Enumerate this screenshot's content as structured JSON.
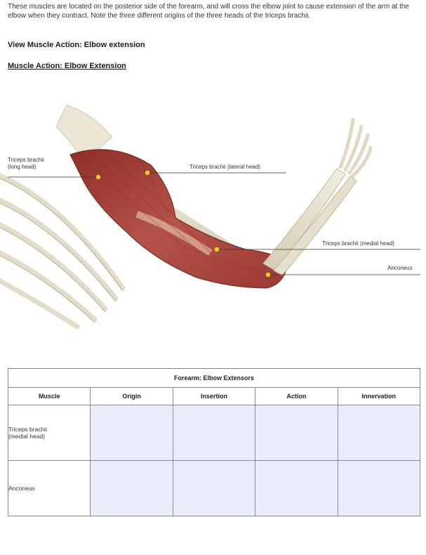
{
  "intro_text": "These muscles are located on the posterior side of the forearm, and will cross the elbow joint to cause extension of the arm at the elbow when they contract. Note the three different origins of the three heads of the triceps brachii.",
  "links": {
    "view_action": "View Muscle Action: Elbow extension",
    "action_heading": "Muscle Action: Elbow Extension"
  },
  "figure": {
    "labels": {
      "long_head": [
        "Triceps brachii",
        "(long head)"
      ],
      "lateral_head": "Triceps brachii (lateral head)",
      "medial_head": "Triceps brachii (medial head)",
      "anconeus": "Anconeus"
    },
    "colors": {
      "marker": "#f2d31a",
      "muscle": "#a23b34",
      "bone": "#e8e1cf"
    }
  },
  "table": {
    "caption": "Forearm: Elbow Extensors",
    "headers": [
      "Muscle",
      "Origin",
      "Insertion",
      "Action",
      "Innervation"
    ],
    "rows": [
      {
        "muscle": [
          "Triceps brachii",
          "(medial head)"
        ]
      },
      {
        "muscle": [
          "Anconeus"
        ]
      }
    ],
    "fill_color": "#e9ecfb"
  }
}
